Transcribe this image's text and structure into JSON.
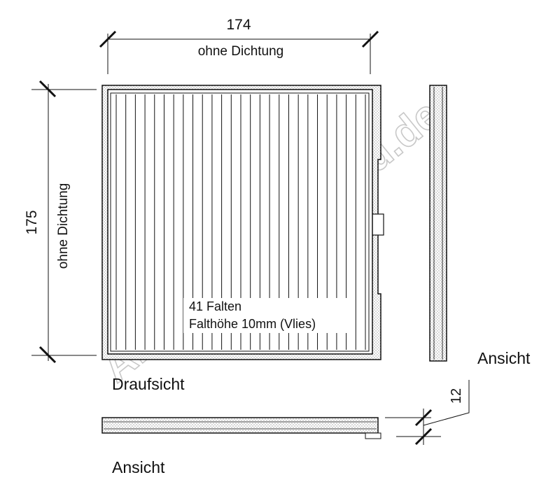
{
  "dimensions": {
    "width_value": "174",
    "width_note": "ohne Dichtung",
    "height_value": "175",
    "height_note": "ohne Dichtung",
    "depth_value": "12"
  },
  "pleats": {
    "line1": "41 Falten",
    "line2": "Falthöhe 10mm (Vlies)"
  },
  "views": {
    "top_view": "Draufsicht",
    "side_view_right": "Ansicht",
    "side_view_bottom": "Ansicht"
  },
  "watermark": "Airmatic-Filterbau.de"
}
